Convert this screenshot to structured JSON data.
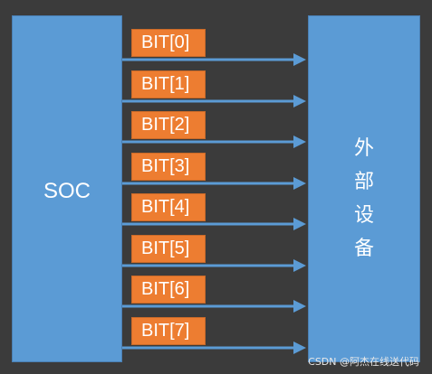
{
  "soc": {
    "label": "SOC"
  },
  "external_device": {
    "label_chars": [
      "外",
      "部",
      "设",
      "备"
    ]
  },
  "bits": [
    "BIT[0]",
    "BIT[1]",
    "BIT[2]",
    "BIT[3]",
    "BIT[4]",
    "BIT[5]",
    "BIT[6]",
    "BIT[7]"
  ],
  "colors": {
    "background": "#3b3b3b",
    "block": "#5b9bd5",
    "bit_label": "#ed7d31",
    "arrow": "#5b9bd5"
  },
  "watermark": "CSDN @阿杰在线送代码"
}
